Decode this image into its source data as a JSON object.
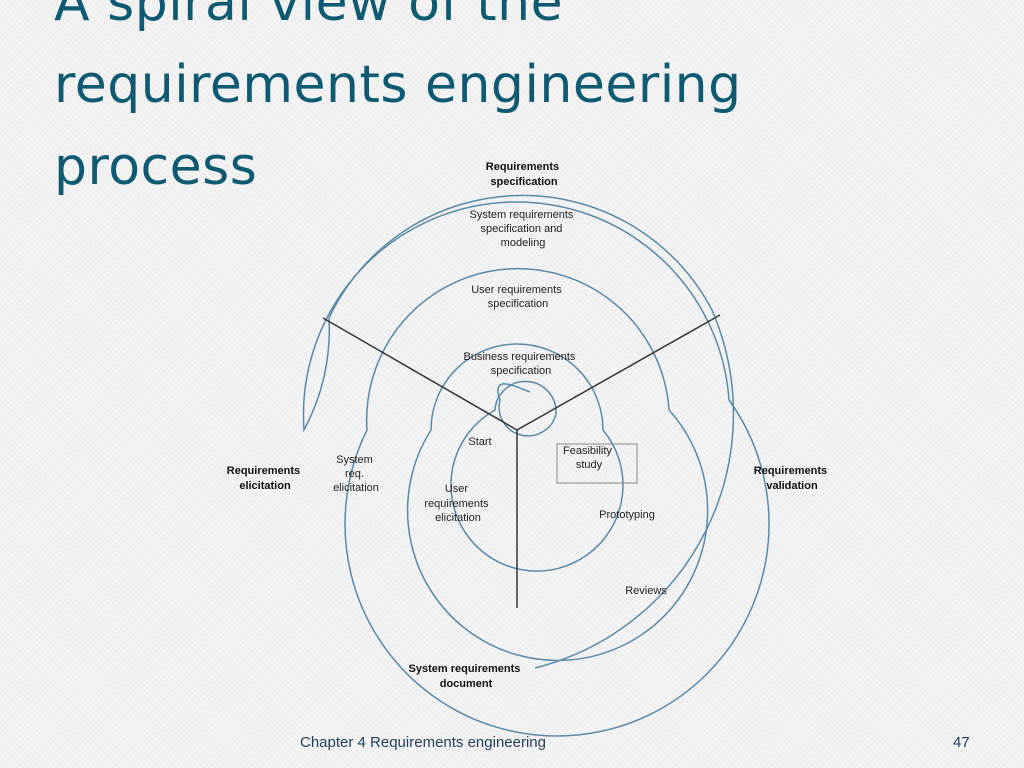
{
  "title": {
    "line1": "A spiral view of the",
    "line2": "requirements engineering",
    "line3": "process"
  },
  "diagram": {
    "sector_labels": {
      "specification": [
        "Requirements",
        "specification"
      ],
      "elicitation": [
        "Requirements",
        "elicitation"
      ],
      "validation": [
        "Requirements",
        "validation"
      ]
    },
    "inner_labels": {
      "system_spec": [
        "System requirements",
        "specification and",
        "modeling"
      ],
      "user_spec": [
        "User requirements",
        "specification"
      ],
      "business_spec": [
        "Business requirements",
        "specification"
      ],
      "start": "Start",
      "feasibility": [
        "Feasibility",
        "study"
      ],
      "system_elicitation": [
        "System",
        "req.",
        "elicitation"
      ],
      "user_elicitation": [
        "User",
        "requirements",
        "elicitation"
      ],
      "prototyping": "Prototyping",
      "reviews": "Reviews"
    },
    "end_label": [
      "System requirements",
      "document"
    ],
    "colors": {
      "spiral": "#5a8aa8",
      "axis": "#333333"
    }
  },
  "footer": {
    "chapter": "Chapter 4 Requirements engineering",
    "page": "47"
  },
  "colors": {
    "title": "#0e5a72",
    "footer": "#1f3d5c"
  }
}
